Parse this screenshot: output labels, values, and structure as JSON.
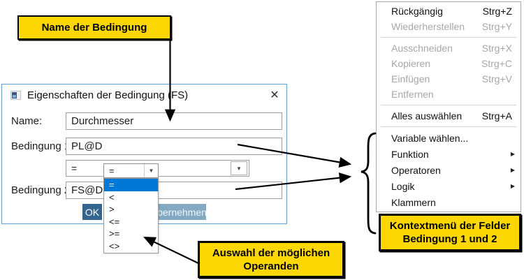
{
  "dialog": {
    "title": "Eigenschaften der Bedingung (FS)",
    "fields": {
      "name": {
        "label": "Name:",
        "value": "Durchmesser"
      },
      "condition1": {
        "label": "Bedingung 1:",
        "value": "PL@D"
      },
      "operator": {
        "value": "="
      },
      "condition2": {
        "label": "Bedingung 2:",
        "value": "FS@DG"
      }
    },
    "buttons": {
      "ok": "OK",
      "apply_visible_part": "bernehmen"
    }
  },
  "operator_dropdown": {
    "value": "=",
    "selected_index": 0,
    "options": [
      "=",
      "<",
      ">",
      "<=",
      ">=",
      "<>"
    ]
  },
  "context_menu": {
    "items": [
      {
        "label": "Rückgängig",
        "shortcut": "Strg+Z",
        "enabled": true
      },
      {
        "label": "Wiederherstellen",
        "shortcut": "Strg+Y",
        "enabled": false
      },
      {
        "type": "separator"
      },
      {
        "label": "Ausschneiden",
        "shortcut": "Strg+X",
        "enabled": false
      },
      {
        "label": "Kopieren",
        "shortcut": "Strg+C",
        "enabled": false
      },
      {
        "label": "Einfügen",
        "shortcut": "Strg+V",
        "enabled": false
      },
      {
        "label": "Entfernen",
        "enabled": false
      },
      {
        "type": "separator"
      },
      {
        "label": "Alles auswählen",
        "shortcut": "Strg+A",
        "enabled": true
      },
      {
        "type": "separator"
      },
      {
        "label": "Variable wählen...",
        "enabled": true
      },
      {
        "label": "Funktion",
        "submenu": true,
        "enabled": true
      },
      {
        "label": "Operatoren",
        "submenu": true,
        "enabled": true
      },
      {
        "label": "Logik",
        "submenu": true,
        "enabled": true
      },
      {
        "label": "Klammern",
        "enabled": true
      }
    ]
  },
  "callouts": {
    "name_label": "Name der Bedingung",
    "operands_line1": "Auswahl der möglichen",
    "operands_line2": "Operanden",
    "contextmenu_line1": "Kontextmenü der Felder",
    "contextmenu_line2": "Bedingung 1 und 2"
  },
  "icons": {
    "dropdown_arrow": "▼",
    "submenu_arrow": "▶",
    "close": "✕"
  },
  "colors": {
    "selection_blue": "#0078d7",
    "ok_button": "#33658f",
    "apply_button": "#84a9c3",
    "dialog_border": "#5f9fd6",
    "callout_yellow": "#fcd703"
  }
}
